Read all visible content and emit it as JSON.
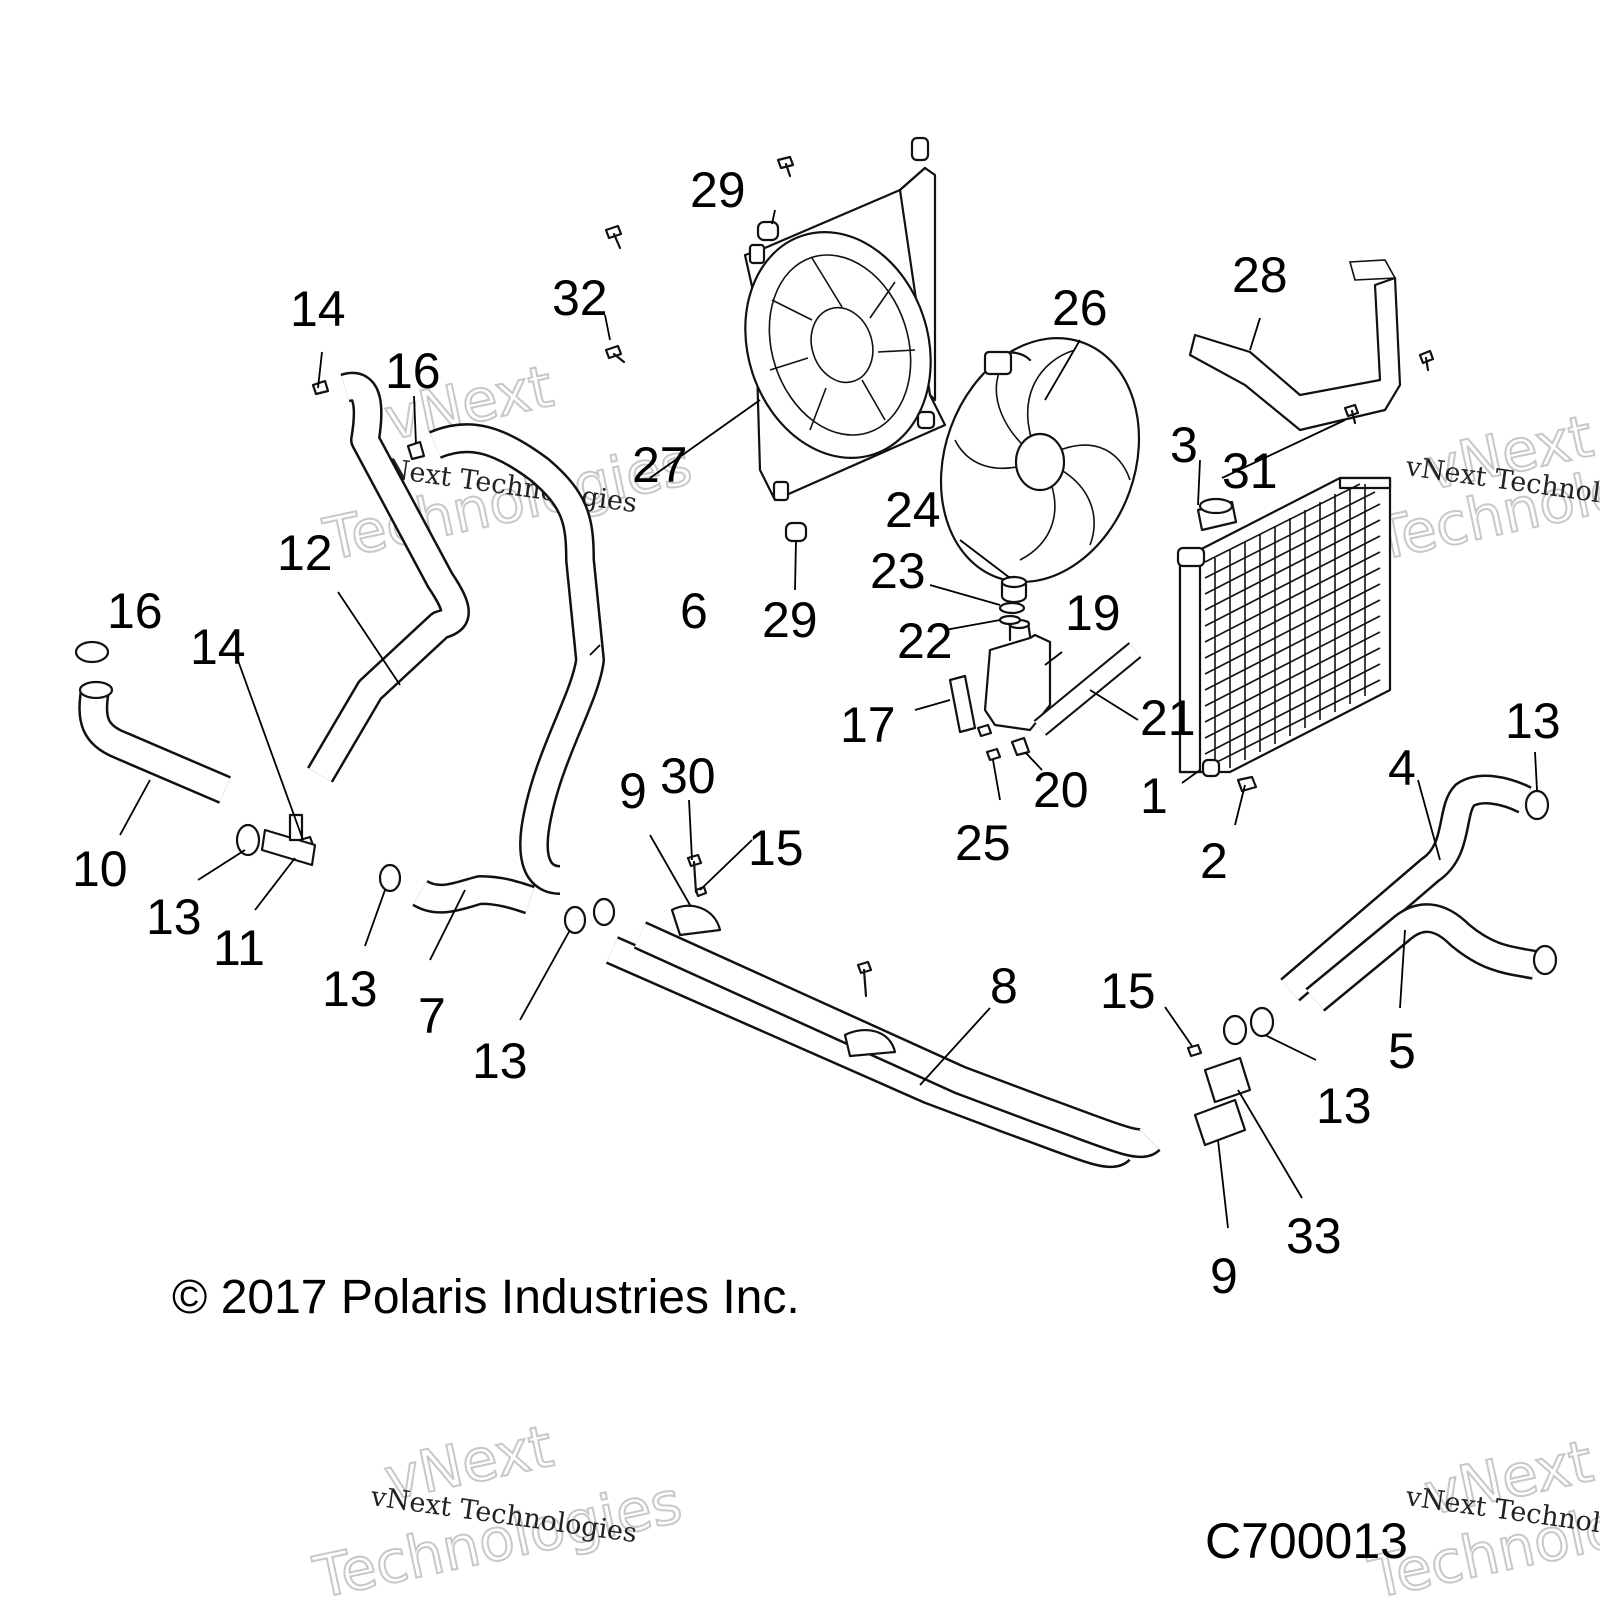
{
  "copyright": "© 2017 Polaris Industries Inc.",
  "drawing_number": "C700013",
  "watermark": {
    "line1": "vNext Technologies",
    "line2": "vNext",
    "line3": "Technologies"
  },
  "callouts": {
    "c1": "1",
    "c2": "2",
    "c3": "3",
    "c4": "4",
    "c5": "5",
    "c6": "6",
    "c7": "7",
    "c8": "8",
    "c9a": "9",
    "c9b": "9",
    "c10": "10",
    "c11": "11",
    "c12": "12",
    "c13a": "13",
    "c13b": "13",
    "c13c": "13",
    "c13d": "13",
    "c13e": "13",
    "c14a": "14",
    "c14b": "14",
    "c15a": "15",
    "c15b": "15",
    "c16a": "16",
    "c16b": "16",
    "c17": "17",
    "c19": "19",
    "c20": "20",
    "c21": "21",
    "c22": "22",
    "c23": "23",
    "c24": "24",
    "c25": "25",
    "c26": "26",
    "c27": "27",
    "c28": "28",
    "c29a": "29",
    "c29b": "29",
    "c30": "30",
    "c31": "31",
    "c32": "32",
    "c33": "33"
  }
}
